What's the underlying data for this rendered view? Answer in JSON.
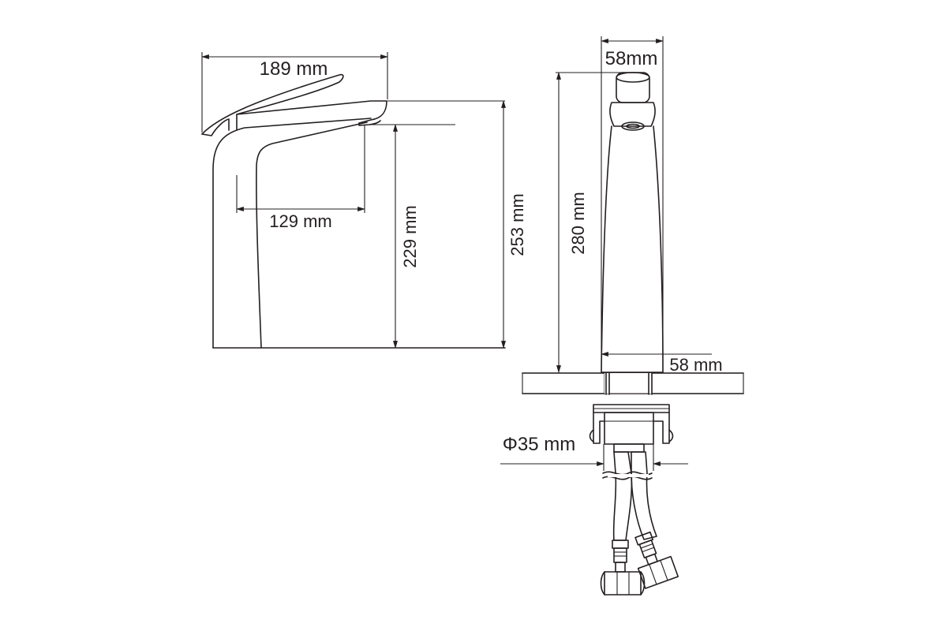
{
  "dimensions": {
    "side_width": "189 mm",
    "spout_reach": "129 mm",
    "spout_height": "229 mm",
    "total_height_side": "253 mm",
    "total_height_front": "280 mm",
    "top_width": "58mm",
    "base_width": "58 mm",
    "hole_diameter": "Φ35 mm"
  },
  "colors": {
    "line": "#231f20",
    "background": "#ffffff"
  }
}
